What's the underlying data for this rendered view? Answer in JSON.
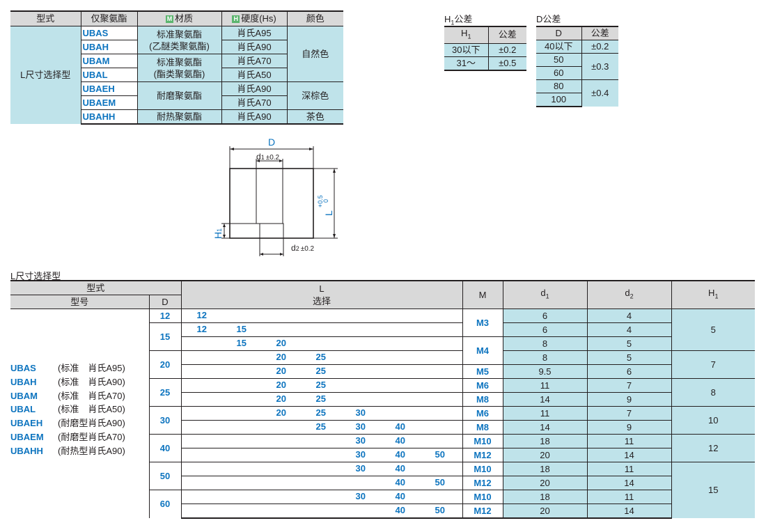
{
  "material_table": {
    "headers": {
      "type": "型式",
      "code": "仅聚氨酯",
      "material": "材质",
      "hardness": "硬度(Hs)",
      "color": "颜色",
      "material_tag": "M",
      "hardness_tag": "H"
    },
    "type_value": "L尺寸选择型",
    "codes": [
      "UBAS",
      "UBAH",
      "UBAM",
      "UBAL",
      "UBAEH",
      "UBAEM",
      "UBAHH"
    ],
    "materials": {
      "standard": "标准聚氨酯",
      "ether": "(乙醚类聚氨酯)",
      "standard2": "标准聚氨酯",
      "ester": "(酯类聚氨酯)",
      "wear": "耐磨聚氨酯",
      "heat": "耐热聚氨酯"
    },
    "hardness": [
      "肖氏A95",
      "肖氏A90",
      "肖氏A70",
      "肖氏A50",
      "肖氏A90",
      "肖氏A70",
      "肖氏A90"
    ],
    "colors": {
      "natural": "自然色",
      "dark_brown": "深棕色",
      "brown": "茶色"
    }
  },
  "h1_tolerance": {
    "title_main": "H",
    "title_sub": "1",
    "title_suffix": "公差",
    "col1_main": "H",
    "col1_sub": "1",
    "col2": "公差",
    "rows": [
      {
        "range": "30以下",
        "tol": "±0.2"
      },
      {
        "range": "31～",
        "tol": "±0.5"
      }
    ]
  },
  "d_tolerance": {
    "title": "D公差",
    "col1": "D",
    "col2": "公差",
    "rows": [
      "40以下",
      "50",
      "60",
      "80",
      "100"
    ],
    "tols": [
      "±0.2",
      "±0.3",
      "±0.4"
    ]
  },
  "diagram": {
    "D": "D",
    "d1_main": "d",
    "d1_sub": "1",
    "d1_tol": "±0.2",
    "d2_main": "d",
    "d2_sub": "2",
    "d2_tol": "±0.2",
    "L": "L",
    "L_tol_top": "+0.5",
    "L_tol_bottom": "0",
    "H1_main": "H",
    "H1_sub": "1"
  },
  "main_caption": "L尺寸选择型",
  "main_table": {
    "headers": {
      "type": "型式",
      "model": "型号",
      "D": "D",
      "L": "L",
      "L_sub": "选择",
      "M": "M",
      "d1_main": "d",
      "d1_sub": "1",
      "d2_main": "d",
      "d2_sub": "2",
      "H1_main": "H",
      "H1_sub": "1"
    },
    "codes": [
      {
        "code": "UBAS",
        "desc": "(标准　肖氏A95)"
      },
      {
        "code": "UBAH",
        "desc": "(标准　肖氏A90)"
      },
      {
        "code": "UBAM",
        "desc": "(标准　肖氏A70)"
      },
      {
        "code": "UBAL",
        "desc": "(标准　肖氏A50)"
      },
      {
        "code": "UBAEH",
        "desc": "(耐磨型肖氏A90)"
      },
      {
        "code": "UBAEM",
        "desc": "(耐磨型肖氏A70)"
      },
      {
        "code": "UBAHH",
        "desc": "(耐热型肖氏A90)"
      }
    ],
    "D_values": [
      "12",
      "15",
      "20",
      "25",
      "30",
      "40",
      "50",
      "60"
    ],
    "L_rows": [
      [
        "12"
      ],
      [
        "12",
        "15"
      ],
      [
        "15",
        "20"
      ],
      [
        "20",
        "25"
      ],
      [
        "20",
        "25"
      ],
      [
        "20",
        "25"
      ],
      [
        "20",
        "25"
      ],
      [
        "20",
        "25",
        "30"
      ],
      [
        "25",
        "30",
        "40"
      ],
      [
        "30",
        "40"
      ],
      [
        "30",
        "40",
        "50"
      ],
      [
        "30",
        "40"
      ],
      [
        "40",
        "50"
      ],
      [
        "30",
        "40"
      ],
      [
        "40",
        "50"
      ]
    ],
    "M_values": [
      "M3",
      "M4",
      "M5",
      "M6",
      "M8",
      "M6",
      "M8",
      "M10",
      "M12",
      "M10",
      "M12",
      "M10",
      "M12"
    ],
    "d1_values": [
      "6",
      "6",
      "8",
      "8",
      "9.5",
      "11",
      "14",
      "11",
      "14",
      "18",
      "20",
      "18",
      "20",
      "18",
      "20"
    ],
    "d2_values": [
      "4",
      "4",
      "5",
      "5",
      "6",
      "7",
      "9",
      "7",
      "9",
      "11",
      "14",
      "11",
      "14",
      "11",
      "14"
    ],
    "H1_values": [
      "5",
      "7",
      "8",
      "10",
      "12",
      "15"
    ]
  }
}
